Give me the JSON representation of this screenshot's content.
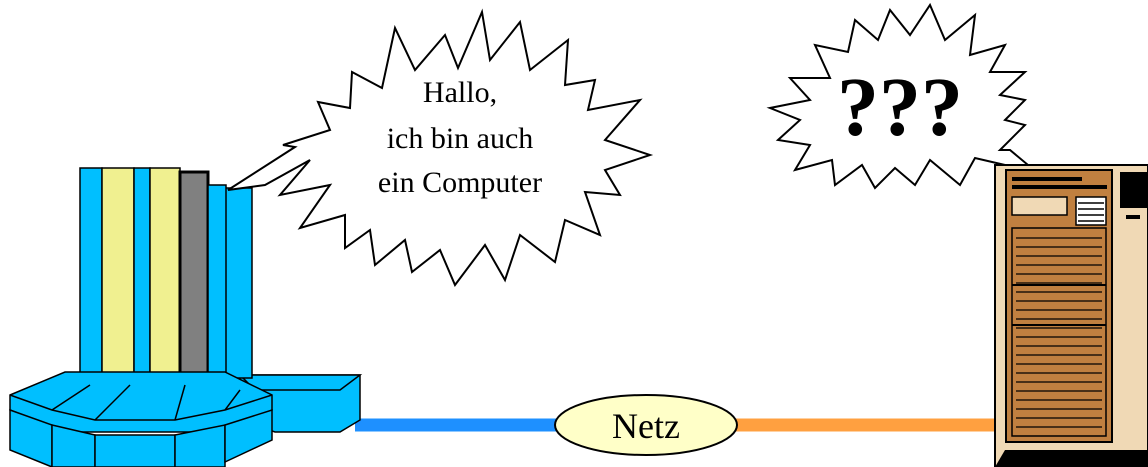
{
  "speech_bubble_left": {
    "lines": [
      "Hallo,",
      "ich bin auch",
      "ein Computer"
    ]
  },
  "speech_bubble_right": {
    "text": "???"
  },
  "network": {
    "label": "Netz"
  },
  "colors": {
    "supercomputer_cyan": "#00BFFF",
    "supercomputer_yellow": "#F0F090",
    "supercomputer_gray": "#808080",
    "link_left": "#1E90FF",
    "link_right": "#FFA040",
    "net_ellipse_fill": "#FFFFC8",
    "server_beige": "#F0D9B5",
    "server_brown": "#C08040"
  },
  "icons": [
    "supercomputer-icon",
    "server-icon",
    "speech-bubble",
    "network-ellipse"
  ]
}
